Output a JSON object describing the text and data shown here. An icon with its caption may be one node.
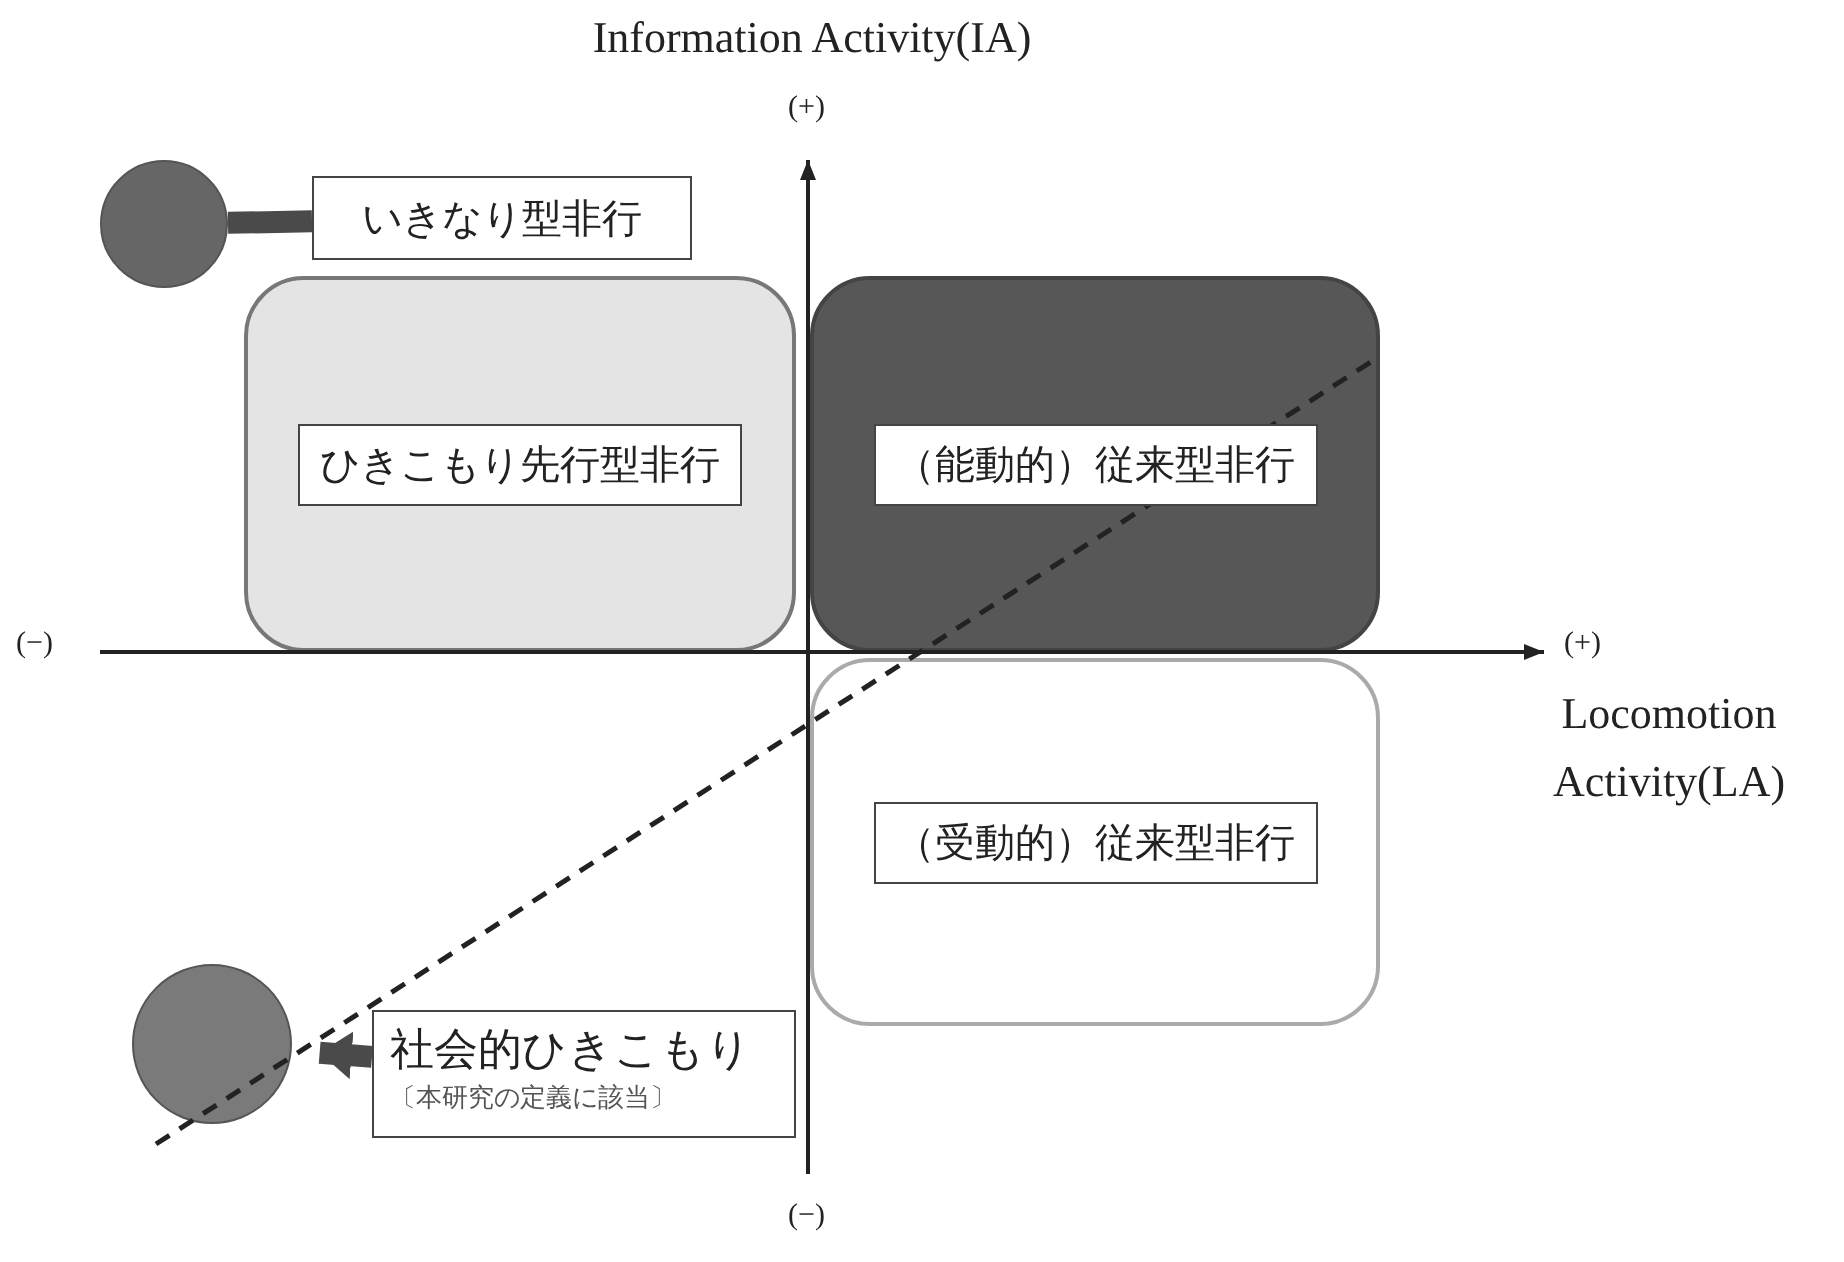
{
  "diagram": {
    "title": "Information Activity(IA)",
    "nodes": [
      {
        "text": [
          "ひきこもり先行型非行"
        ]
      },
      {
        "text": [
          "（能動的）従来型非行"
        ]
      },
      {
        "text": [
          "（受動的）従来型非行"
        ]
      },
      {
        "text": [],
        "shape": "circle"
      },
      {
        "text": [
          "いきなり型非行"
        ]
      },
      {
        "text": [],
        "shape": "circle"
      },
      {
        "text": [
          "社会的ひきこもり",
          "〔本研究の定義に該当〕"
        ]
      }
    ],
    "edges": [
      {
        "from": 4,
        "to": 3,
        "arrow": "none"
      },
      {
        "from": 6,
        "to": 5,
        "arrow": "to"
      }
    ],
    "labels": [
      "(+)",
      "(−)",
      "(+)",
      "Locomotion Activity(LA)",
      "(−)"
    ]
  }
}
